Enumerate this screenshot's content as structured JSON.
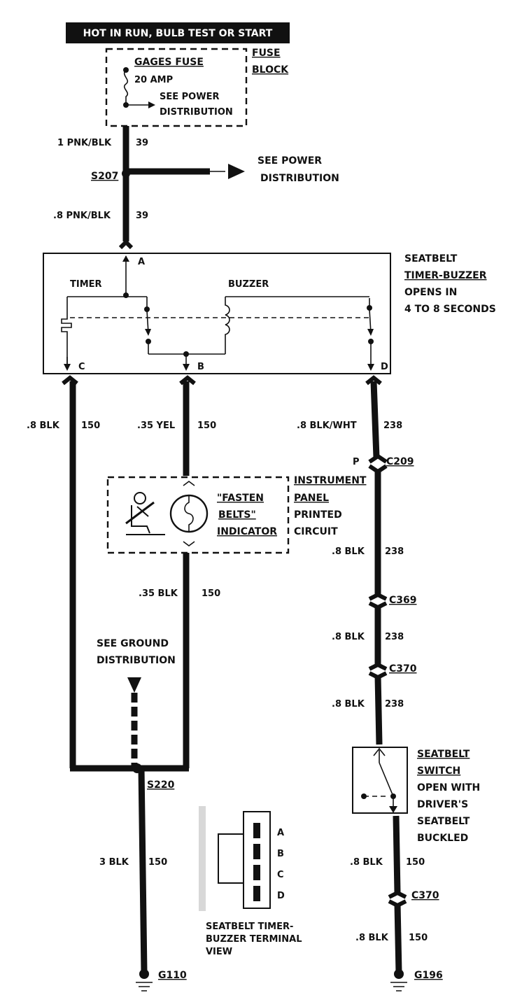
{
  "header": {
    "text": "HOT IN RUN, BULB TEST OR START"
  },
  "fuse_block": {
    "label": [
      "FUSE",
      "BLOCK"
    ],
    "fuse_name": "GAGES FUSE",
    "fuse_rating": "20 AMP",
    "see_power": [
      "SEE POWER",
      "DISTRIBUTION"
    ]
  },
  "wires": {
    "top_1": {
      "gauge": "1 PNK/BLK",
      "circuit": "39"
    },
    "top_2": {
      "gauge": ".8 PNK/BLK",
      "circuit": "39"
    },
    "c_wire": {
      "gauge": ".8 BLK",
      "circuit": "150"
    },
    "b_wire": {
      "gauge": ".35 YEL",
      "circuit": "150"
    },
    "b_low": {
      "gauge": ".35 BLK",
      "circuit": "150"
    },
    "d_1": {
      "gauge": ".8 BLK/WHT",
      "circuit": "238"
    },
    "d_2": {
      "gauge": ".8 BLK",
      "circuit": "238"
    },
    "d_3": {
      "gauge": ".8 BLK",
      "circuit": "238"
    },
    "d_4": {
      "gauge": ".8 BLK",
      "circuit": "238"
    },
    "sw_1": {
      "gauge": ".8 BLK",
      "circuit": "150"
    },
    "sw_2": {
      "gauge": ".8 BLK",
      "circuit": "150"
    },
    "ground_main": {
      "gauge": "3 BLK",
      "circuit": "150"
    }
  },
  "splices": {
    "s207": "S207",
    "s220": "S220"
  },
  "see_power_2": [
    "SEE POWER",
    "DISTRIBUTION"
  ],
  "timer_buzzer": {
    "label": [
      "SEATBELT",
      "TIMER-BUZZER",
      "OPENS IN",
      "4 TO 8 SECONDS"
    ],
    "timer": "TIMER",
    "buzzer": "BUZZER",
    "terminals": {
      "a": "A",
      "b": "B",
      "c": "C",
      "d": "D"
    }
  },
  "instrument_panel": {
    "label": [
      "INSTRUMENT",
      "PANEL",
      "PRINTED",
      "CIRCUIT"
    ],
    "indicator": [
      "\"FASTEN",
      "BELTS\"",
      "INDICATOR"
    ]
  },
  "connectors": {
    "p": "P",
    "c209": "C209",
    "c369": "C369",
    "c370a": "C370",
    "c370b": "C370"
  },
  "see_ground": [
    "SEE GROUND",
    "DISTRIBUTION"
  ],
  "seatbelt_switch": {
    "label": [
      "SEATBELT",
      "SWITCH",
      "OPEN WITH",
      "DRIVER'S",
      "SEATBELT",
      "BUCKLED"
    ]
  },
  "terminal_view": {
    "letters": [
      "A",
      "B",
      "C",
      "D"
    ],
    "caption": [
      "SEATBELT TIMER-",
      "BUZZER TERMINAL",
      "VIEW"
    ]
  },
  "grounds": {
    "g110": "G110",
    "g196": "G196"
  }
}
